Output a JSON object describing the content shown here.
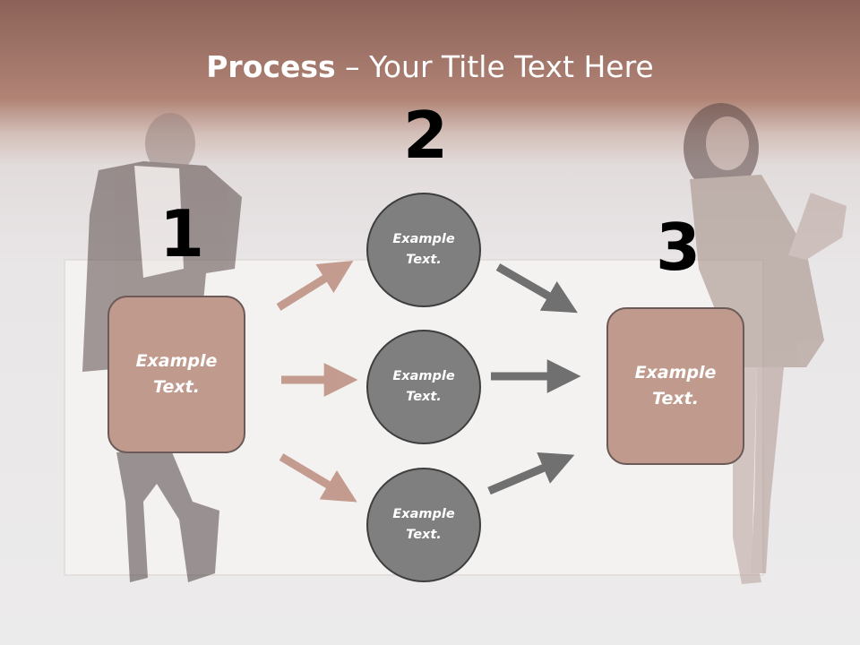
{
  "title": {
    "bold": "Process",
    "rest": " – Your Title Text Here"
  },
  "steps": [
    {
      "number": "1",
      "label": "Example\nText."
    },
    {
      "number": "2",
      "label": ""
    },
    {
      "number": "3",
      "label": "Example\nText."
    }
  ],
  "circles": [
    {
      "label": "Example\nText."
    },
    {
      "label": "Example\nText."
    },
    {
      "label": "Example\nText."
    }
  ],
  "colors": {
    "header": "#a87a6d",
    "box_fill": "#c09b8d",
    "circle_fill": "#7f7f7f",
    "arrow_left": "#c49c8f",
    "arrow_right": "#707070"
  }
}
